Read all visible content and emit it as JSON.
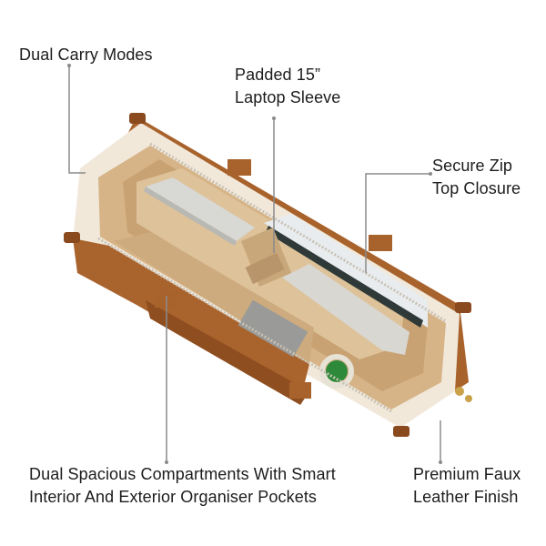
{
  "callouts": {
    "dual_carry": {
      "lines": [
        "Dual Carry Modes"
      ]
    },
    "laptop_sleeve": {
      "lines": [
        "Padded 15”",
        "Laptop Sleeve"
      ]
    },
    "zip_closure": {
      "lines": [
        "Secure Zip",
        "Top Closure"
      ]
    },
    "compartments": {
      "lines": [
        "Dual Spacious Compartments With Smart",
        "Interior And Exterior Organiser Pockets"
      ]
    },
    "leather": {
      "lines": [
        "Premium Faux",
        "Leather Finish"
      ]
    }
  },
  "colors": {
    "leather": "#a8622c",
    "canvas": "#f3ece0",
    "lining": "#d9b98e",
    "callout_line": "#8a8a8a",
    "text": "#1c1c1c"
  }
}
